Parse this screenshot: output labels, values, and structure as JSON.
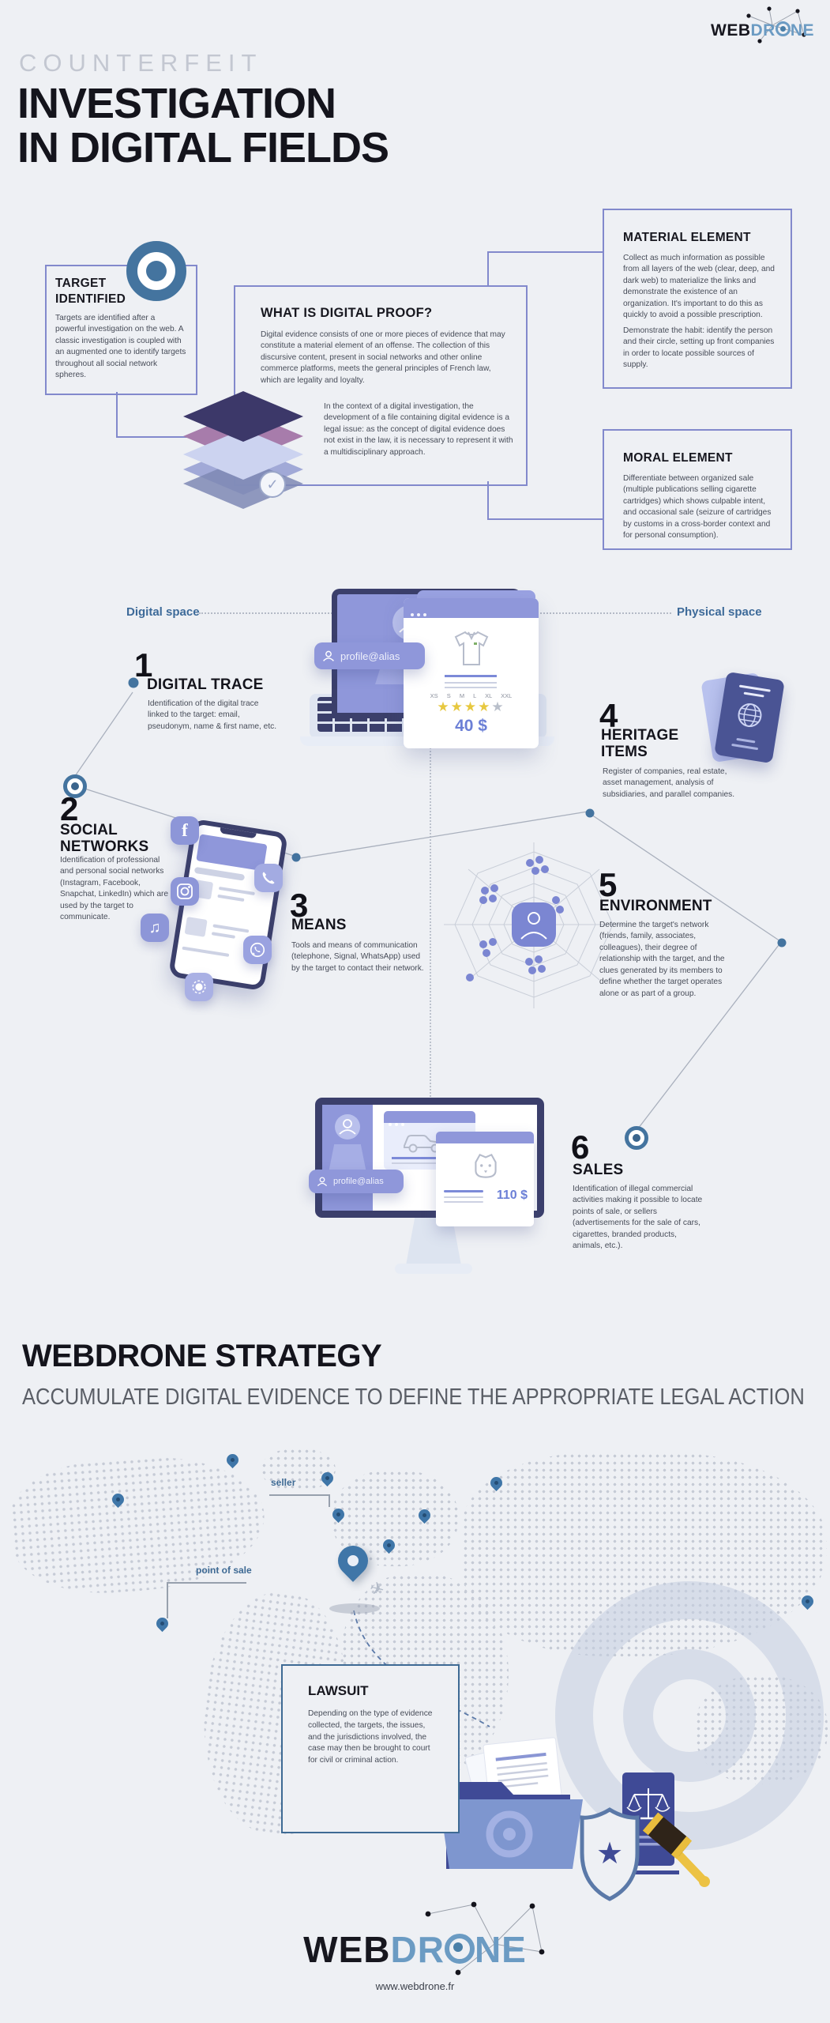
{
  "colors": {
    "background": "#eef0f4",
    "accent_periwinkle": "#8289cc",
    "accent_steel_blue": "#44749f",
    "price_blue": "#6b7fd6",
    "star_gold": "#e7c83f",
    "logo_blue": "#6b9bc3"
  },
  "logo": {
    "web": "WEB",
    "drone_pre": "DR",
    "drone_post": "NE"
  },
  "header": {
    "kicker": "COUNTERFEIT",
    "title_line1": "INVESTIGATION",
    "title_line2": "IN DIGITAL FIELDS"
  },
  "intro": {
    "target_identified": {
      "title": "TARGET IDENTIFIED",
      "body": "Targets are identified after a powerful investigation on the web. A classic investigation is coupled with an augmented one to identify targets throughout all social network spheres."
    },
    "digital_proof": {
      "title": "WHAT IS DIGITAL PROOF?",
      "paragraph1": "Digital evidence consists of one or more pieces of evidence that may constitute a material element of an offense. The collection of this discursive content, present in social networks and other online commerce platforms, meets the general principles of French law, which are legality and loyalty.",
      "paragraph2": "In the context of a digital investigation, the development of a file containing digital evidence is a legal issue: as the concept of digital evidence does not exist in the law, it is necessary to represent it with a multidisciplinary approach."
    },
    "material_element": {
      "title": "MATERIAL ELEMENT",
      "paragraph1": "Collect as much information as possible from all layers of the web (clear, deep, and dark web) to materialize the links and demonstrate the existence of an organization. It's important to do this as quickly to avoid a possible prescription.",
      "paragraph2": "Demonstrate the habit: identify the person and their circle, setting up front companies in order to locate possible sources of supply."
    },
    "moral_element": {
      "title": "MORAL ELEMENT",
      "body": "Differentiate between organized sale (multiple publications selling cigarette cartridges) which shows culpable intent, and occasional sale (seizure of cartridges by customs in a cross-border context and for personal consumption)."
    }
  },
  "spaces": {
    "digital": "Digital space",
    "physical": "Physical space"
  },
  "steps": [
    {
      "number": "1",
      "title": "DIGITAL TRACE",
      "body": "Identification of the digital trace linked to the target: email, pseudonym, name & first name, etc."
    },
    {
      "number": "2",
      "title": "SOCIAL NETWORKS",
      "body": "Identification of professional and personal social networks (Instagram, Facebook, Snapchat, LinkedIn) which are used by the target to communicate."
    },
    {
      "number": "3",
      "title": "MEANS",
      "body": "Tools and means of communication (telephone, Signal, WhatsApp) used by the target to contact their network."
    },
    {
      "number": "4",
      "title": "HERITAGE ITEMS",
      "body": "Register of companies, real estate, asset management, analysis of subsidiaries, and parallel companies."
    },
    {
      "number": "5",
      "title": "ENVIRONMENT",
      "body": "Determine the target's network (friends, family, associates, colleagues), their degree of relationship with the target, and the clues generated by its members to define whether the target operates alone or as part of a group."
    },
    {
      "number": "6",
      "title": "SALES",
      "body": "Identification of illegal commercial activities making it possible to locate points of sale, or sellers (advertisements for the sale of cars, cigarettes, branded products, animals, etc.)."
    }
  ],
  "illustrations": {
    "profile_badge": "profile@alias",
    "product_card": {
      "sizes": "XS S M L XL XXL",
      "stars_filled": "★★★★",
      "star_empty": "★",
      "price": "40 $"
    },
    "sale_card": {
      "price": "110 $"
    }
  },
  "strategy": {
    "heading": "WEBDRONE STRATEGY",
    "subtitle": "ACCUMULATE DIGITAL EVIDENCE TO DEFINE THE APPROPRIATE LEGAL ACTION",
    "map_labels": {
      "seller": "seller",
      "point_of_sale": "point of sale"
    },
    "lawsuit": {
      "title": "LAWSUIT",
      "body": "Depending on the type of evidence collected, the targets, the issues, and the jurisdictions involved, the case may then be brought to court for civil or criminal action."
    }
  },
  "footer": {
    "url": "www.webdrone.fr"
  }
}
